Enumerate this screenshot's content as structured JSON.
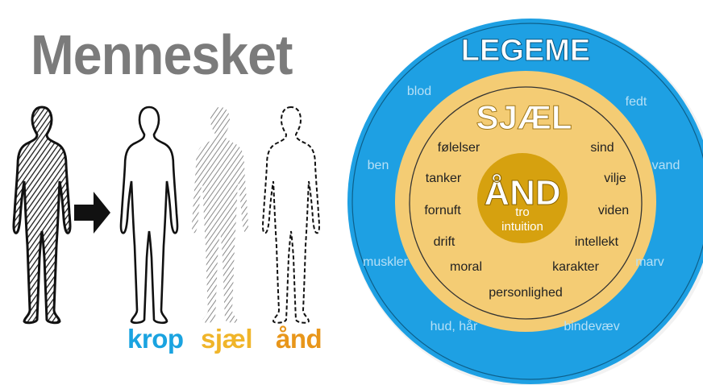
{
  "title": "Mennesket",
  "figure_labels": [
    {
      "text": "krop",
      "color": "#1aa3e0"
    },
    {
      "text": "sjæl",
      "color": "#f0b52a"
    },
    {
      "text": "ånd",
      "color": "#e8961a"
    }
  ],
  "legeme": {
    "heading": "LEGEME",
    "items": [
      "blod",
      "fedt",
      "ben",
      "vand",
      "muskler",
      "marv",
      "hud, hår",
      "bindevæv"
    ],
    "color": "#1ea0e3"
  },
  "sjael": {
    "heading": "SJÆL",
    "items": [
      "følelser",
      "sind",
      "tanker",
      "vilje",
      "fornuft",
      "viden",
      "drift",
      "intellekt",
      "moral",
      "karakter",
      "personlighed"
    ],
    "color": "#f4cc74"
  },
  "aand": {
    "heading": "ÅND",
    "items": [
      "tro",
      "intuition"
    ],
    "color": "#d6a10f"
  }
}
